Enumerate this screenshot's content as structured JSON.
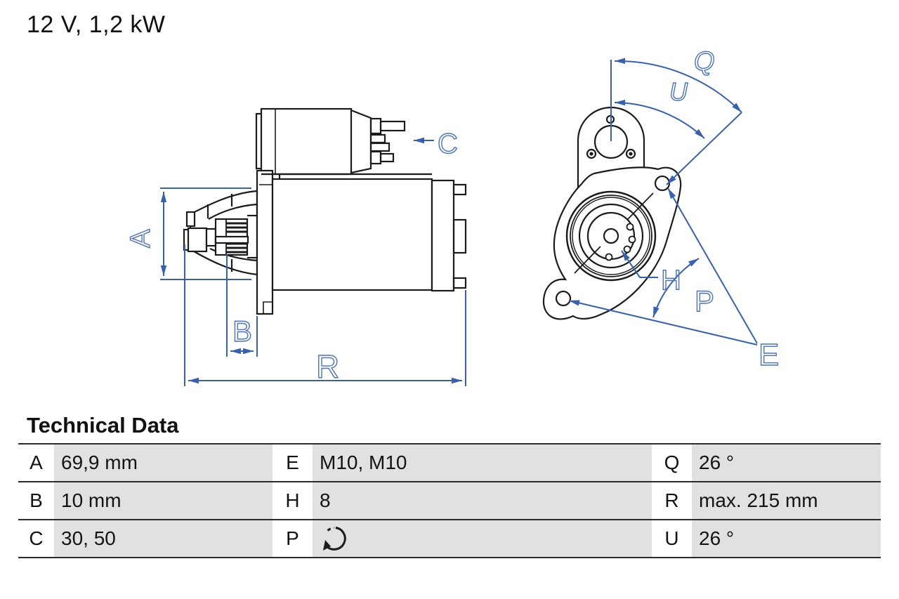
{
  "page": {
    "title": "12 V, 1,2 kW"
  },
  "drawing": {
    "colors": {
      "part_line": "#1b1b1b",
      "dimension_line": "#3560b4",
      "label_blue": "#4a72c2"
    },
    "labels": {
      "a": "A",
      "b": "B",
      "c": "C",
      "r": "R",
      "q": "Q",
      "u": "U",
      "h": "H",
      "p": "P",
      "e": "E"
    }
  },
  "table": {
    "title": "Technical Data",
    "rotation_icon": "counterclockwise-rotation",
    "rows": [
      {
        "cells": [
          {
            "key": "A",
            "value": "69,9 mm"
          },
          {
            "key": "E",
            "value": "M10, M10"
          },
          {
            "key": "Q",
            "value": "26 °"
          }
        ]
      },
      {
        "cells": [
          {
            "key": "B",
            "value": "10 mm"
          },
          {
            "key": "H",
            "value": "8"
          },
          {
            "key": "R",
            "value": "max. 215 mm"
          }
        ]
      },
      {
        "cells": [
          {
            "key": "C",
            "value": "30, 50"
          },
          {
            "key": "P",
            "value": ""
          },
          {
            "key": "U",
            "value": "26 °"
          }
        ]
      }
    ]
  }
}
